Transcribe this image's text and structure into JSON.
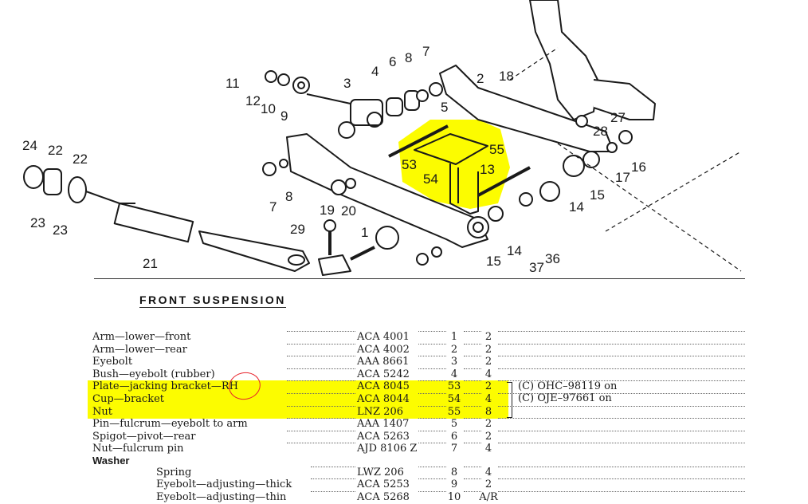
{
  "heading": "FRONT SUSPENSION",
  "callouts": [
    "11",
    "12",
    "10",
    "9",
    "3",
    "4",
    "6",
    "8",
    "7",
    "5",
    "2",
    "18",
    "27",
    "28",
    "16",
    "17",
    "15",
    "14",
    "13",
    "55",
    "53",
    "54",
    "24",
    "22",
    "22",
    "23",
    "23",
    "21",
    "29",
    "1",
    "19",
    "20",
    "8",
    "7",
    "15",
    "14",
    "37",
    "36"
  ],
  "parts": [
    {
      "desc": "Arm—lower—front",
      "part_no": "ACA 4001",
      "plate": "1",
      "qty": "2"
    },
    {
      "desc": "Arm—lower—rear",
      "part_no": "ACA 4002",
      "plate": "2",
      "qty": "2"
    },
    {
      "desc": "Eyebolt",
      "part_no": "AAA 8661",
      "plate": "3",
      "qty": "2"
    },
    {
      "desc": "Bush—eyebolt (rubber)",
      "part_no": "ACA 5242",
      "plate": "4",
      "qty": "4"
    },
    {
      "desc": "Plate—jacking bracket—RH",
      "part_no": "ACA 8045",
      "plate": "53",
      "qty": "2"
    },
    {
      "desc": "Cup—bracket",
      "part_no": "ACA 8044",
      "plate": "54",
      "qty": "4"
    },
    {
      "desc": "Nut",
      "part_no": "LNZ 206",
      "plate": "55",
      "qty": "8"
    },
    {
      "desc": "Pin—fulcrum—eyebolt to arm",
      "part_no": "AAA 1407",
      "plate": "5",
      "qty": "2"
    },
    {
      "desc": "Spigot—pivot—rear",
      "part_no": "ACA 5263",
      "plate": "6",
      "qty": "2"
    },
    {
      "desc": "Nut—fulcrum pin",
      "part_no": "AJD 8106 Z",
      "plate": "7",
      "qty": "4"
    }
  ],
  "washer_group": "Washer",
  "washer_parts": [
    {
      "desc": "Spring",
      "part_no": "LWZ 206",
      "plate": "8",
      "qty": "4"
    },
    {
      "desc": "Eyebolt—adjusting—thick",
      "part_no": "ACA 5253",
      "plate": "9",
      "qty": "2"
    },
    {
      "desc": "Eyebolt—adjusting—thin",
      "part_no": "ACA 5268",
      "plate": "10",
      "qty": "A/R"
    }
  ],
  "notes": [
    "(C) OHC–98119 on",
    "(C) OJE–97661 on"
  ],
  "colors": {
    "highlight": "#fcfc00",
    "circle": "#e8232b"
  }
}
